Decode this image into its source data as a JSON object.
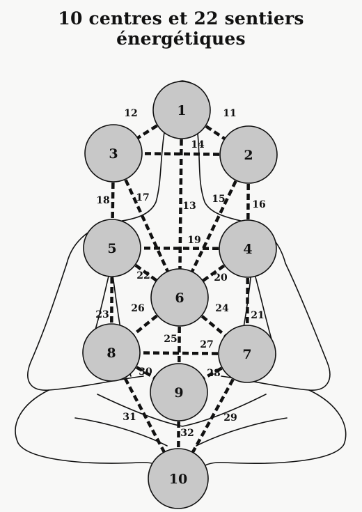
{
  "title": "10 centres et 22 sentiers énergétiques",
  "colors": {
    "circle_fill": "#c8c8c8",
    "ink": "#111111",
    "paper": "#f8f8f7"
  },
  "centers": [
    {
      "id": "1",
      "label": "1"
    },
    {
      "id": "2",
      "label": "2"
    },
    {
      "id": "3",
      "label": "3"
    },
    {
      "id": "4",
      "label": "4"
    },
    {
      "id": "5",
      "label": "5"
    },
    {
      "id": "6",
      "label": "6"
    },
    {
      "id": "7",
      "label": "7"
    },
    {
      "id": "8",
      "label": "8"
    },
    {
      "id": "9",
      "label": "9"
    },
    {
      "id": "10",
      "label": "10"
    }
  ],
  "paths": [
    {
      "label": "11",
      "from": "1",
      "to": "2"
    },
    {
      "label": "12",
      "from": "1",
      "to": "3"
    },
    {
      "label": "13",
      "from": "1",
      "to": "6"
    },
    {
      "label": "14",
      "from": "2",
      "to": "3"
    },
    {
      "label": "15",
      "from": "2",
      "to": "6"
    },
    {
      "label": "16",
      "from": "2",
      "to": "4"
    },
    {
      "label": "17",
      "from": "3",
      "to": "6"
    },
    {
      "label": "18",
      "from": "3",
      "to": "5"
    },
    {
      "label": "19",
      "from": "4",
      "to": "5"
    },
    {
      "label": "20",
      "from": "4",
      "to": "6"
    },
    {
      "label": "21",
      "from": "4",
      "to": "7"
    },
    {
      "label": "22",
      "from": "5",
      "to": "6"
    },
    {
      "label": "23",
      "from": "5",
      "to": "8"
    },
    {
      "label": "24",
      "from": "6",
      "to": "7"
    },
    {
      "label": "25",
      "from": "6",
      "to": "9"
    },
    {
      "label": "26",
      "from": "6",
      "to": "8"
    },
    {
      "label": "27",
      "from": "7",
      "to": "8"
    },
    {
      "label": "28",
      "from": "7",
      "to": "9"
    },
    {
      "label": "29",
      "from": "7",
      "to": "10"
    },
    {
      "label": "30",
      "from": "8",
      "to": "9"
    },
    {
      "label": "31",
      "from": "8",
      "to": "10"
    },
    {
      "label": "32",
      "from": "9",
      "to": "10"
    }
  ]
}
